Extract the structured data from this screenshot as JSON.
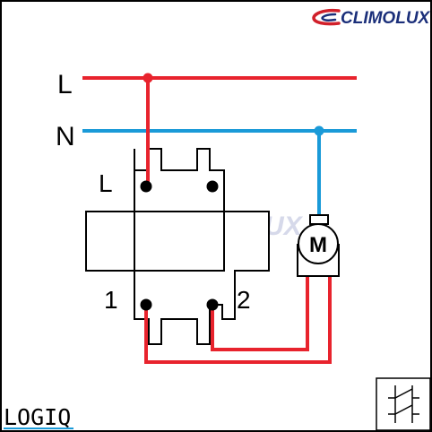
{
  "brand": {
    "name": "CLIMOLUX",
    "watermark": "CLIMOLUX",
    "product": "LOGIQ"
  },
  "terminals": {
    "line": "L",
    "neutral": "N",
    "switch_line": "L",
    "switch_out_1": "1",
    "switch_out_2": "2",
    "motor": "M"
  },
  "colors": {
    "phase": "#e8232d",
    "neutral": "#1a9ad8",
    "brand_red": "#d1202a",
    "brand_blue": "#1b2f7a",
    "watermark": "#c9cde4",
    "outline": "#000000"
  },
  "icons": {
    "switch_symbol": "two-way-switch-icon",
    "brand_mark": "climolux-swoosh-icon"
  }
}
